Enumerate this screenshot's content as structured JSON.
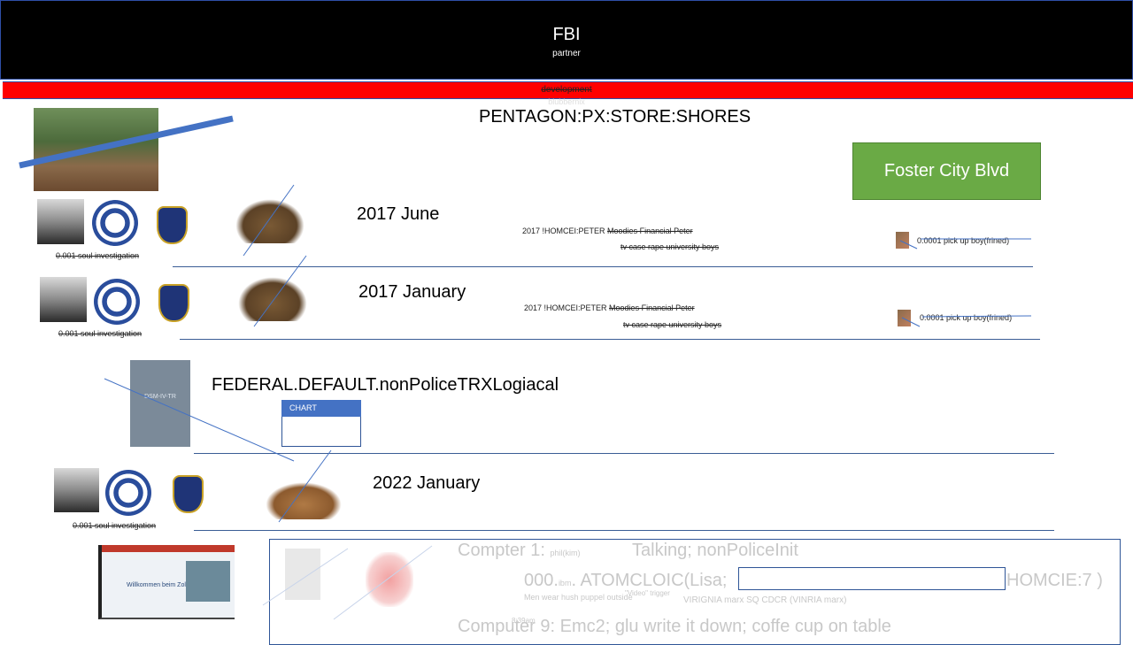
{
  "header": {
    "title": "FBI",
    "subtitle": "partner"
  },
  "banner": {
    "label": "development",
    "sublabel": "blubbernix"
  },
  "store_title": "PENTAGON:PX:STORE:SHORES",
  "foster_button": "Foster City Blvd",
  "rows": [
    {
      "date": "2017 June",
      "soul": "0.001 soul investigation",
      "peter_prefix": "2017 !HOMCEI:PETER",
      "peter_strike": "Moodies Financial Peter",
      "tv": "tv case rape university boys",
      "pickup": "0.0001 pick up boy(frined)"
    },
    {
      "date": "2017 January",
      "soul": "0.001 soul investigation",
      "peter_prefix": "2017 !HOMCEI:PETER",
      "peter_strike": "Moodies Financial Peter",
      "tv": "tv case rape university boys",
      "pickup": "0.0001 pick up boy(frined)"
    },
    {
      "date": "2022 January",
      "soul": "0.001 soul investigation"
    }
  ],
  "book_title": "DSM-IV-TR",
  "federal_label": "FEDERAL.DEFAULT.nonPoliceTRXLogiacal",
  "chart_label": "CHART",
  "screenshot_caption": "Willkommen beim Zoll",
  "panel": {
    "line1_main": "Compter 1:",
    "line1_small": "phil(kim)",
    "line1_right": "Talking; nonPoliceInit",
    "line2_prefix": "000.",
    "line2_small": "ibm",
    "line2_main": "ATOMCLOIC(Lisa;",
    "line2_right": "HOMCIE:7  )",
    "line3_small": "Men wear hush puppel outside",
    "line3_quote": "\"Video\" trigger",
    "line3_virginia": "VIRIGNIA marx SQ CDCR (VINRIA marx)",
    "time": "8:39am",
    "line4": "Computer 9: Emc2;  glu write it down; coffe cup on table",
    "input_value": ""
  },
  "colors": {
    "header_bg": "#000000",
    "banner": "#ff0000",
    "foster": "#6aaa45",
    "chart_head": "#4472c4"
  }
}
